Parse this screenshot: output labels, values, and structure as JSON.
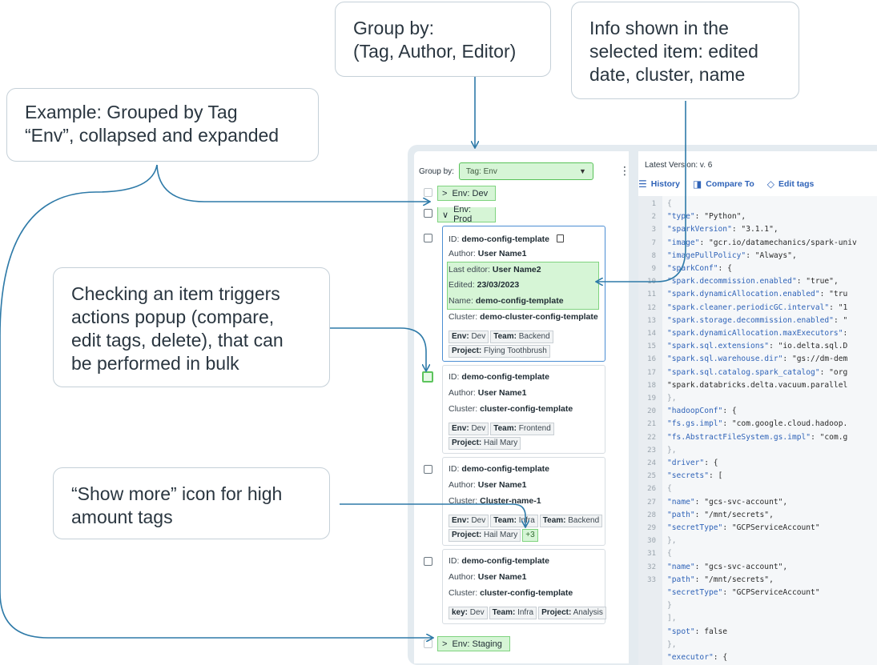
{
  "annotations": {
    "group_by": [
      "Group by:",
      "(Tag, Author, Editor)"
    ],
    "info_shown": [
      "Info shown in the",
      "selected item: edited",
      "date, cluster, name"
    ],
    "example": [
      "Example: Grouped by Tag",
      "“Env”, collapsed and expanded"
    ],
    "checking": [
      "Checking an item triggers",
      "actions popup (compare,",
      "edit tags, delete), that can",
      "be performed in bulk"
    ],
    "show_more": [
      "“Show more” icon for high",
      "amount tags"
    ]
  },
  "left": {
    "group_by_label": "Group by:",
    "group_by_value": "Tag: Env",
    "kebab": "⋮",
    "groups": {
      "dev": "Env: Dev",
      "prod": "Env: Prod",
      "staging": "Env: Staging"
    },
    "cards": [
      {
        "id_label": "ID:",
        "id": "demo-config-template",
        "author_label": "Author:",
        "author": "User Name1",
        "editor_label": "Last editor:",
        "editor": "User Name2",
        "edited_label": "Edited:",
        "edited": "23/03/2023",
        "name_label": "Name:",
        "name": "demo-config-template",
        "cluster_label": "Cluster:",
        "cluster": "demo-cluster-config-template",
        "tags": [
          {
            "k": "Env:",
            "v": "Dev"
          },
          {
            "k": "Team:",
            "v": "Backend"
          },
          {
            "k": "Project:",
            "v": "Flying Toothbrush"
          }
        ]
      },
      {
        "id_label": "ID:",
        "id": "demo-config-template",
        "author_label": "Author:",
        "author": "User Name1",
        "cluster_label": "Cluster:",
        "cluster": "cluster-config-template",
        "tags": [
          {
            "k": "Env:",
            "v": "Dev"
          },
          {
            "k": "Team:",
            "v": "Frontend"
          },
          {
            "k": "Project:",
            "v": "Hail Mary"
          }
        ]
      },
      {
        "id_label": "ID:",
        "id": "demo-config-template",
        "author_label": "Author:",
        "author": "User Name1",
        "cluster_label": "Cluster:",
        "cluster": "Cluster-name-1",
        "tags": [
          {
            "k": "Env:",
            "v": "Dev"
          },
          {
            "k": "Team:",
            "v": "Infra"
          },
          {
            "k": "Team:",
            "v": "Backend"
          },
          {
            "k": "Project:",
            "v": "Hail Mary"
          }
        ],
        "more": "+3"
      },
      {
        "id_label": "ID:",
        "id": "demo-config-template",
        "author_label": "Author:",
        "author": "User Name1",
        "cluster_label": "Cluster:",
        "cluster": "cluster-config-template",
        "tags": [
          {
            "k": "key:",
            "v": "Dev"
          },
          {
            "k": "Team:",
            "v": "Infra"
          },
          {
            "k": "Project:",
            "v": "Analysis"
          }
        ]
      }
    ]
  },
  "right": {
    "latest_version": "Latest Version: v. 6",
    "toolbar": {
      "history": "History",
      "compare": "Compare To",
      "edit_tags": "Edit tags"
    },
    "code_lines": [
      {
        "n": "1",
        "t": "{"
      },
      {
        "n": "2",
        "t": "\"type\": \"Python\","
      },
      {
        "n": "3",
        "t": "\"sparkVersion\": \"3.1.1\","
      },
      {
        "n": "7",
        "t": "\"image\": \"gcr.io/datamechanics/spark-univ"
      },
      {
        "n": "8",
        "t": "\"imagePullPolicy\": \"Always\","
      },
      {
        "n": "9",
        "t": "\"sparkConf\": {"
      },
      {
        "n": "10",
        "t": "\"spark.decommission.enabled\": \"true\","
      },
      {
        "n": "11",
        "t": "  \"spark.dynamicAllocation.enabled\": \"tru"
      },
      {
        "n": "12",
        "t": "  \"spark.cleaner.periodicGC.interval\": \"1"
      },
      {
        "n": "13",
        "t": "  \"spark.storage.decommission.enabled\": \""
      },
      {
        "n": "14",
        "t": "  \"spark.dynamicAllocation.maxExecutors\":"
      },
      {
        "n": "15",
        "t": "  \"spark.sql.extensions\": \"io.delta.sql.D"
      },
      {
        "n": "16",
        "t": "  \"spark.sql.warehouse.dir\": \"gs://dm-dem"
      },
      {
        "n": "17",
        "t": "  \"spark.sql.catalog.spark_catalog\": \"org"
      },
      {
        "n": "18",
        "t": "  \"spark.databricks.delta.vacuum.parallel"
      },
      {
        "n": "19",
        "t": "},"
      },
      {
        "n": "20",
        "t": "\"hadoopConf\": {"
      },
      {
        "n": "21",
        "t": "  \"fs.gs.impl\": \"com.google.cloud.hadoop."
      },
      {
        "n": "22",
        "t": "  \"fs.AbstractFileSystem.gs.impl\": \"com.g"
      },
      {
        "n": "23",
        "t": "},"
      },
      {
        "n": "24",
        "t": "\"driver\": {"
      },
      {
        "n": "25",
        "t": "  \"secrets\": ["
      },
      {
        "n": "26",
        "t": "    {"
      },
      {
        "n": "27",
        "t": "      \"name\": \"gcs-svc-account\","
      },
      {
        "n": "28",
        "t": "      \"path\": \"/mnt/secrets\","
      },
      {
        "n": "29",
        "t": "      \"secretType\": \"GCPServiceAccount\""
      },
      {
        "n": "30",
        "t": "    },"
      },
      {
        "n": "31",
        "t": "    {"
      },
      {
        "n": "32",
        "t": "      \"name\": \"gcs-svc-account\","
      },
      {
        "n": "33",
        "t": "      \"path\": \"/mnt/secrets\","
      },
      {
        "n": "",
        "t": "      \"secretType\": \"GCPServiceAccount\""
      },
      {
        "n": "",
        "t": "    }"
      },
      {
        "n": "",
        "t": "  ],"
      },
      {
        "n": "",
        "t": "  \"spot\": false"
      },
      {
        "n": "",
        "t": "},"
      },
      {
        "n": "",
        "t": "\"executor\": {"
      }
    ]
  },
  "colors": {
    "accent_green": "#d6f5d6",
    "green_border": "#7fd37f",
    "blue_link": "#2f63b8",
    "arrow": "#2e7aa8"
  }
}
